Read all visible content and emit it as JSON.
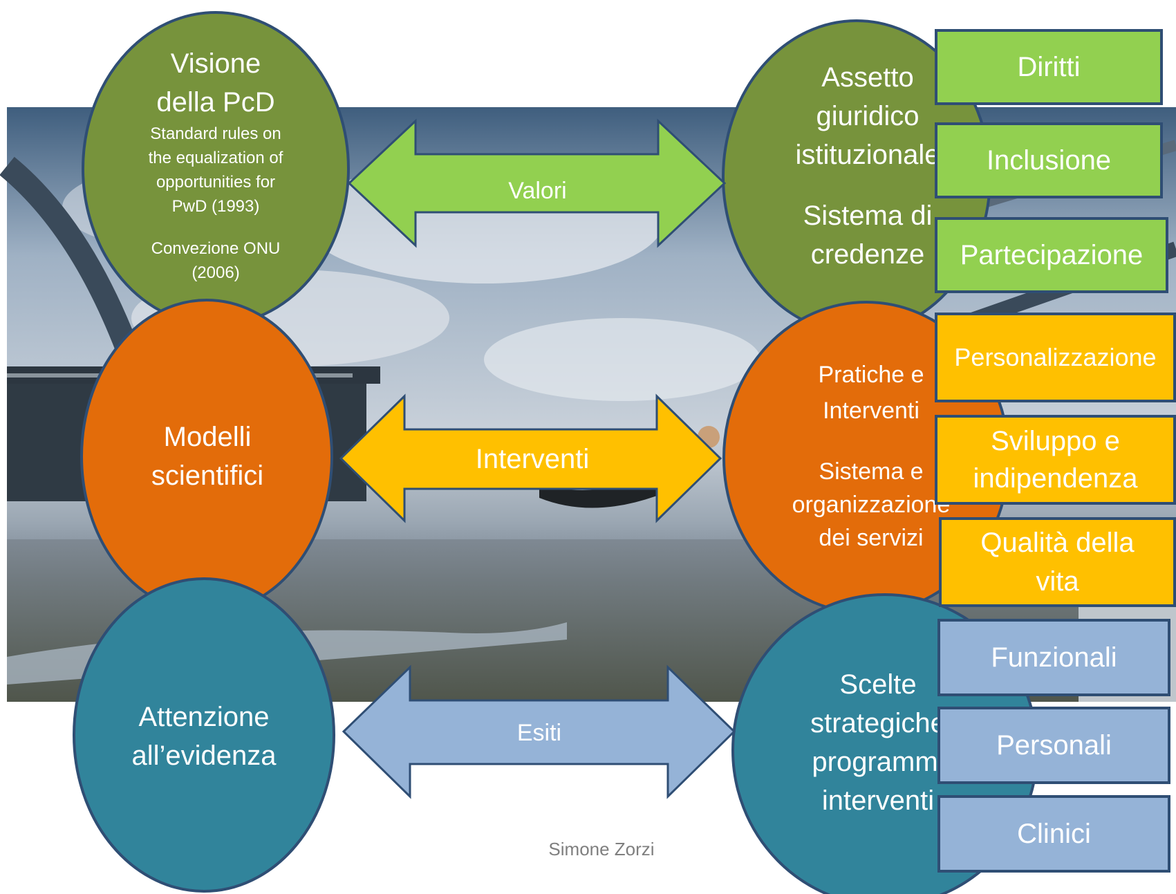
{
  "colors": {
    "green_dark": "#77933c",
    "green_light": "#92d050",
    "orange": "#e36c0a",
    "amber": "#ffc000",
    "teal": "#31849b",
    "blue_light": "#95b3d7",
    "outline": "#2f4e74"
  },
  "background_image": "photo of a person lying on a bridge structure above a city skyline",
  "rows": [
    {
      "left": {
        "lines": [
          "Visione",
          "della PcD"
        ],
        "notes": [
          "Standard rules on",
          "the equalization of",
          "opportunities for",
          "PwD (1993)"
        ],
        "notes2": [
          "Convezione ONU",
          "(2006)"
        ]
      },
      "arrow_label": "Valori",
      "right": {
        "lines": [
          "Assetto",
          "giuridico",
          "istituzionale"
        ],
        "lines2": [
          "Sistema di",
          "credenze"
        ]
      },
      "boxes": [
        "Diritti",
        "Inclusione",
        "Partecipazione"
      ]
    },
    {
      "left": {
        "lines": [
          "Modelli",
          "scientifici"
        ]
      },
      "arrow_label": "Interventi",
      "right": {
        "lines": [
          "Pratiche e",
          "Interventi"
        ],
        "lines2": [
          "Sistema e",
          "organizzazione",
          "dei servizi"
        ]
      },
      "boxes": [
        "Personalizzazione",
        "Sviluppo e indipendenza",
        "Qualità della vita"
      ]
    },
    {
      "left": {
        "lines": [
          "Attenzione",
          "all’evidenza"
        ]
      },
      "arrow_label": "Esiti",
      "right": {
        "lines": [
          "Scelte",
          "strategiche",
          "programmi",
          "interventi"
        ]
      },
      "boxes": [
        "Funzionali",
        "Personali",
        "Clinici"
      ]
    }
  ],
  "footer": "Simone Zorzi"
}
